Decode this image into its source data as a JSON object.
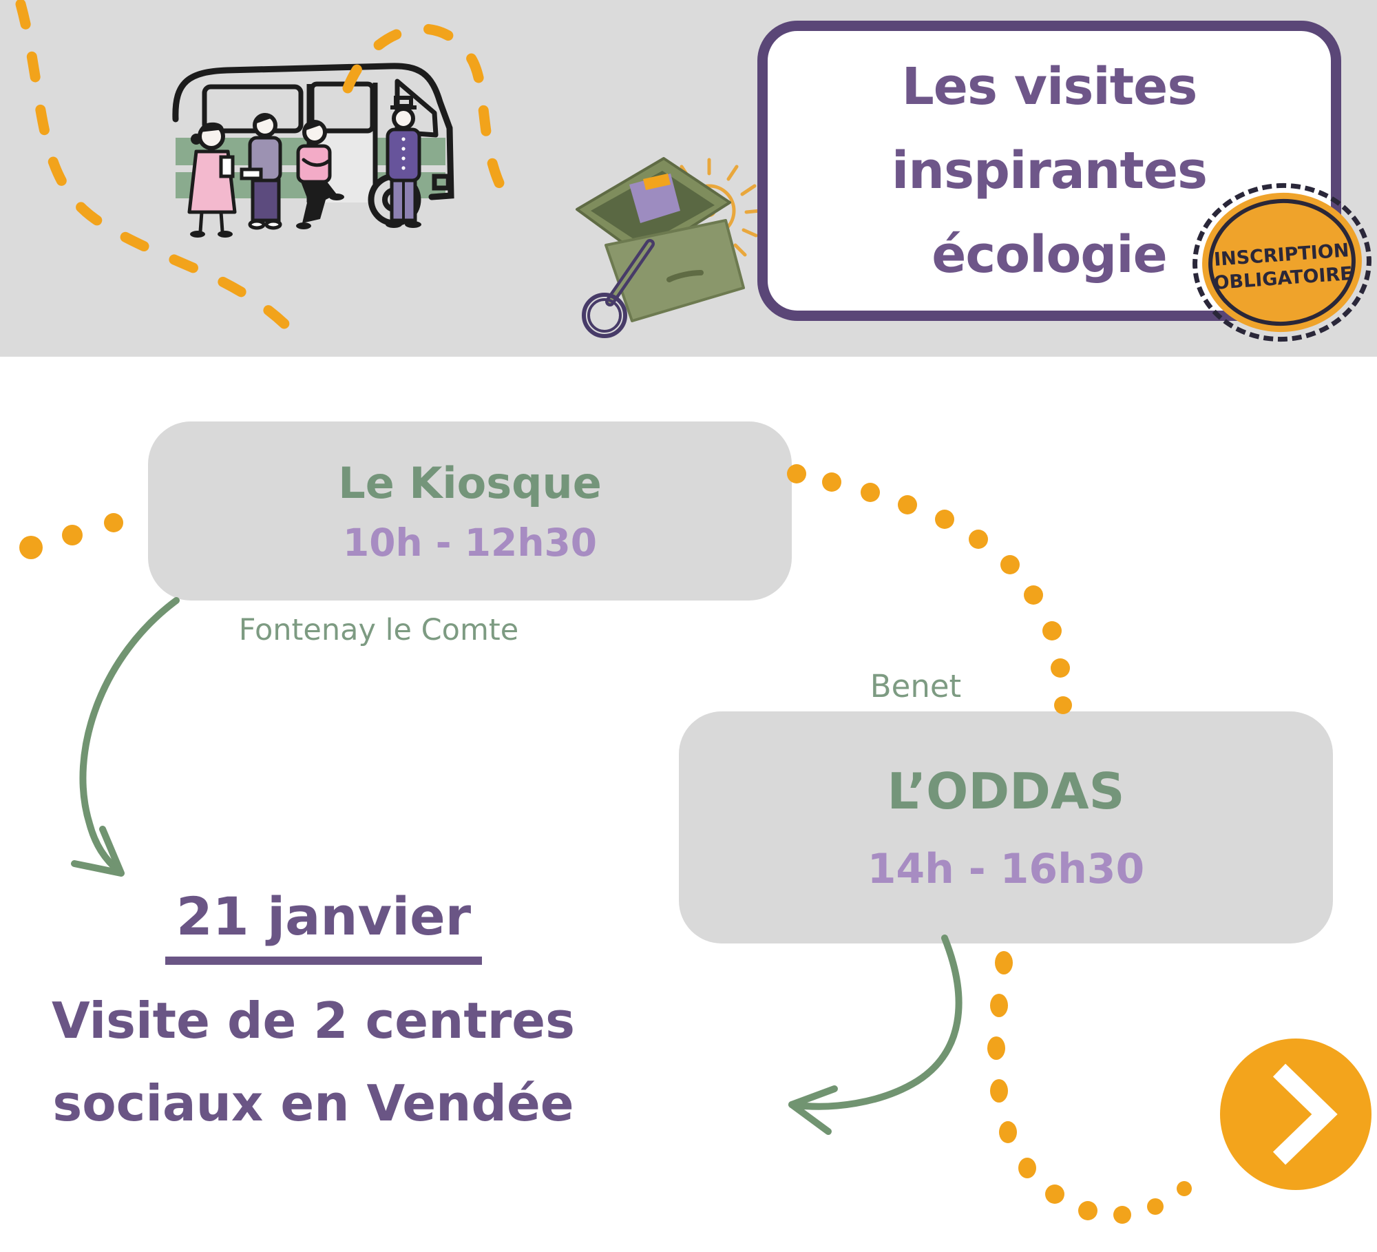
{
  "poster": {
    "header": {
      "title_lines": [
        "Les visites",
        "inspirantes",
        "écologie"
      ],
      "badge": {
        "icon": "inscription-stamp-badge",
        "line1": "INSCRIPTION",
        "line2": "OBLIGATOIRE"
      }
    },
    "illustrations": {
      "van": "people-boarding-green-minibus",
      "suitcase": "open-suitcase-with-idea-lightbulb-and-magnifier"
    },
    "visits": [
      {
        "name": "Le Kiosque",
        "time": "10h - 12h30",
        "city": "Fontenay le Comte"
      },
      {
        "name": "L’ODDAS",
        "time": "14h - 16h30",
        "city": "Benet"
      }
    ],
    "event": {
      "date": "21 janvier",
      "description_line1": "Visite de 2 centres",
      "description_line2": "sociaux en Vendée"
    },
    "next_button": {
      "icon": "chevron-right"
    },
    "colors": {
      "header_bg": "#dbdbdb",
      "card_bg": "#d9d9d9",
      "title_purple": "#6e5689",
      "border_purple": "#5a4677",
      "name_green": "#74957a",
      "city_green": "#7d9b82",
      "time_lavender": "#a78cc2",
      "accent_orange": "#f2a31b",
      "badge_orange": "#efa32b",
      "badge_ink": "#2a2739",
      "arrow_green": "#719471",
      "event_purple": "#6a5585"
    }
  }
}
